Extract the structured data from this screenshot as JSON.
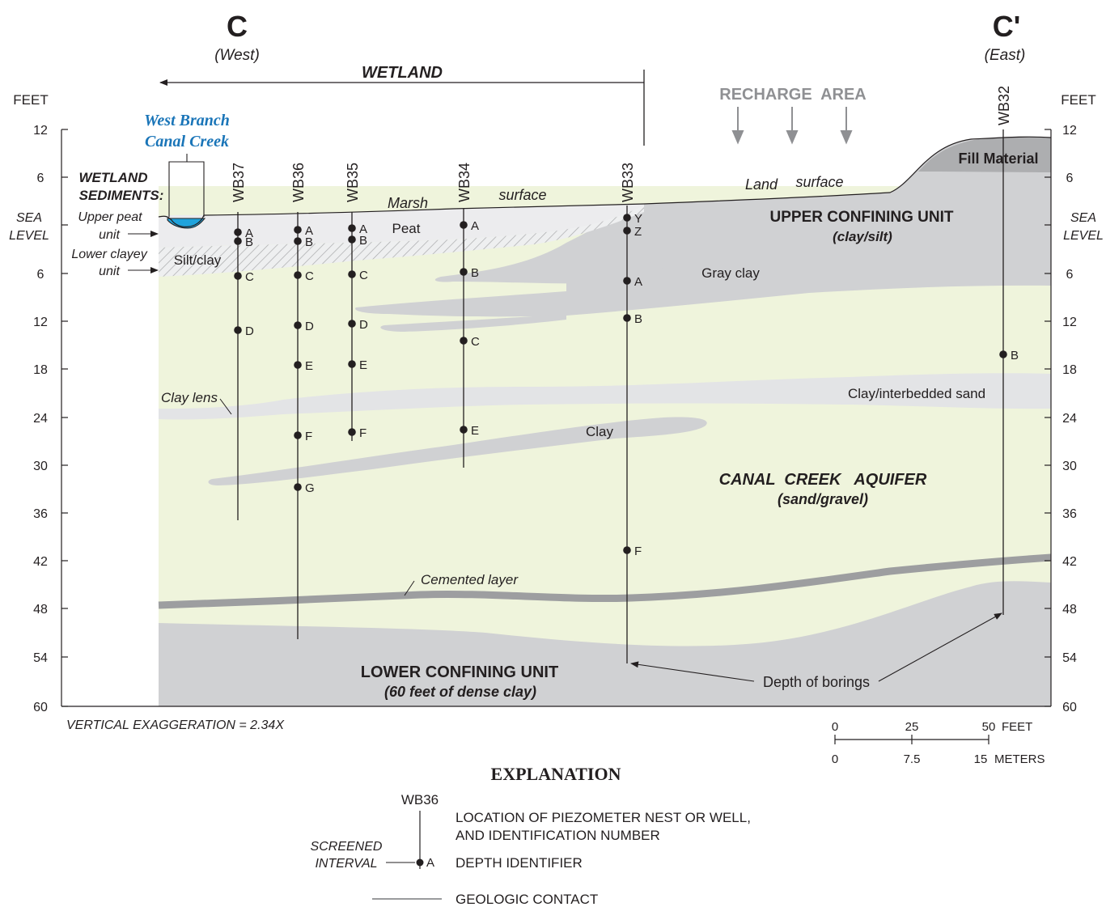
{
  "section": {
    "west_letter": "C",
    "west_dir": "(West)",
    "east_letter": "C'",
    "east_dir": "(East)",
    "wetland_label": "WETLAND",
    "recharge_label": "RECHARGE  AREA"
  },
  "axes": {
    "unit": "FEET",
    "ticks": [
      "12",
      "6",
      "SEA LEVEL",
      "6",
      "12",
      "18",
      "24",
      "30",
      "36",
      "42",
      "48",
      "54",
      "60"
    ],
    "sea_level_top": "SEA",
    "sea_level_bottom": "LEVEL"
  },
  "labels": {
    "creek_line1": "West Branch",
    "creek_line2": "Canal Creek",
    "wetland_sed_line1": "WETLAND",
    "wetland_sed_line2": "SEDIMENTS:",
    "upper_peat_line1": "Upper peat",
    "upper_peat_line2": "unit",
    "lower_clayey_line1": "Lower clayey",
    "lower_clayey_line2": "unit",
    "marsh": "Marsh",
    "surface": "surface",
    "land": "Land",
    "land_surface": "surface",
    "peat": "Peat",
    "silt_clay": "Silt/clay",
    "gray_clay": "Gray clay",
    "clay_lens": "Clay lens",
    "clay_interbedded": "Clay/interbedded sand",
    "clay": "Clay",
    "fill_material": "Fill Material",
    "upper_confining": "UPPER CONFINING UNIT",
    "upper_confining_sub": "(clay/silt)",
    "aquifer": "CANAL  CREEK   AQUIFER",
    "aquifer_sub": "(sand/gravel)",
    "cemented": "Cemented layer",
    "lower_confining": "LOWER CONFINING UNIT",
    "lower_confining_sub": "(60 feet of dense clay)",
    "depth_borings": "Depth of borings",
    "vertical_exaggeration": "VERTICAL EXAGGERATION = 2.34X"
  },
  "wells": [
    {
      "id": "WB37",
      "points": [
        "A",
        "B",
        "C",
        "D"
      ]
    },
    {
      "id": "WB36",
      "points": [
        "A",
        "B",
        "C",
        "D",
        "E",
        "F",
        "G"
      ]
    },
    {
      "id": "WB35",
      "points": [
        "A",
        "B",
        "C",
        "D",
        "E",
        "F"
      ]
    },
    {
      "id": "WB34",
      "points": [
        "A",
        "B",
        "C",
        "E"
      ]
    },
    {
      "id": "WB33",
      "points": [
        "Y",
        "Z",
        "A",
        "B",
        "F"
      ]
    },
    {
      "id": "WB32",
      "points": [
        "B"
      ]
    }
  ],
  "scale_bar": {
    "feet_ticks": [
      "0",
      "25",
      "50"
    ],
    "feet_unit": "FEET",
    "meter_ticks": [
      "0",
      "7.5",
      "15"
    ],
    "meter_unit": "METERS"
  },
  "explanation": {
    "title": "EXPLANATION",
    "well_example": "WB36",
    "screened_line1": "SCREENED",
    "screened_line2": "INTERVAL",
    "depth_example": "A",
    "location_line1": "LOCATION OF PIEZOMETER NEST OR WELL,",
    "location_line2": "AND IDENTIFICATION NUMBER",
    "depth_identifier": "DEPTH IDENTIFIER",
    "geologic_contact": "GEOLOGIC CONTACT"
  },
  "colors": {
    "aquifer": "#eff4dc",
    "clay": "#d0d1d3",
    "clay_light": "#e3e4e6",
    "peat": "#ececee",
    "fill": "#adaeb0",
    "cemented": "#9d9ea0",
    "water": "#1fa3dc",
    "creek_text": "#1a75b8",
    "recharge_text": "#8f9093",
    "contact_line": "#9a9b9d"
  }
}
